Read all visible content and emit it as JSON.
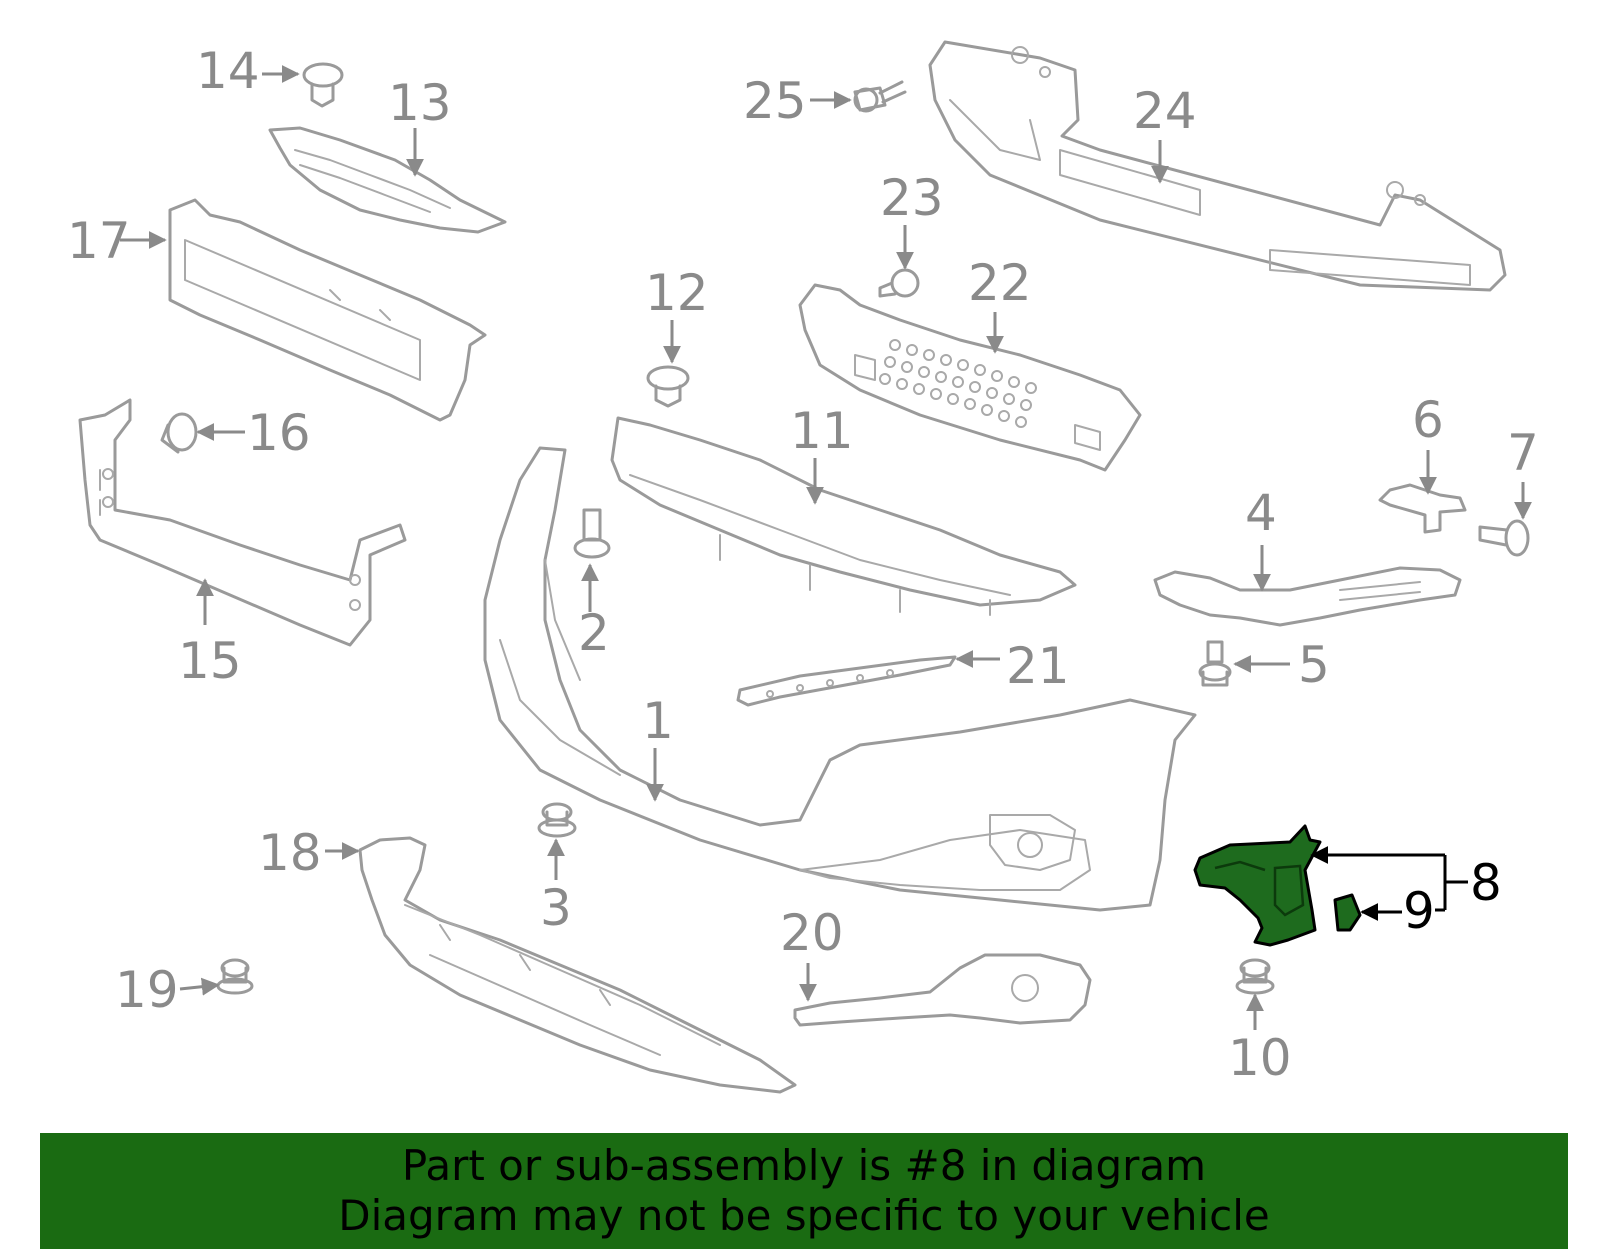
{
  "diagram": {
    "callouts": [
      {
        "id": "1",
        "label": "1"
      },
      {
        "id": "2",
        "label": "2"
      },
      {
        "id": "3",
        "label": "3"
      },
      {
        "id": "4",
        "label": "4"
      },
      {
        "id": "5",
        "label": "5"
      },
      {
        "id": "6",
        "label": "6"
      },
      {
        "id": "7",
        "label": "7"
      },
      {
        "id": "8",
        "label": "8",
        "highlighted": true
      },
      {
        "id": "9",
        "label": "9"
      },
      {
        "id": "10",
        "label": "10"
      },
      {
        "id": "11",
        "label": "11"
      },
      {
        "id": "12",
        "label": "12"
      },
      {
        "id": "13",
        "label": "13"
      },
      {
        "id": "14",
        "label": "14"
      },
      {
        "id": "15",
        "label": "15"
      },
      {
        "id": "16",
        "label": "16"
      },
      {
        "id": "17",
        "label": "17"
      },
      {
        "id": "18",
        "label": "18"
      },
      {
        "id": "19",
        "label": "19"
      },
      {
        "id": "20",
        "label": "20"
      },
      {
        "id": "21",
        "label": "21"
      },
      {
        "id": "22",
        "label": "22"
      },
      {
        "id": "23",
        "label": "23"
      },
      {
        "id": "24",
        "label": "24"
      },
      {
        "id": "25",
        "label": "25"
      }
    ],
    "colors": {
      "part_outline": "#9a9a9a",
      "label_gray": "#8a8a8a",
      "highlight_fill": "#1e6b1e",
      "highlight_label": "#000000",
      "banner_background": "#1a6b12",
      "banner_text": "#000000"
    }
  },
  "banner": {
    "line1": "Part or sub-assembly is #8 in diagram",
    "line2": "Diagram may not be specific to your vehicle"
  }
}
